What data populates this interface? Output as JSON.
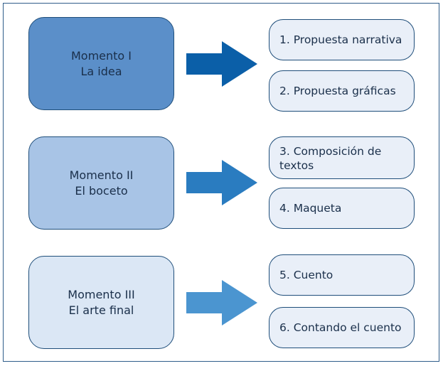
{
  "colors": {
    "stage1_fill": "#5b8fc9",
    "stage2_fill": "#a8c4e6",
    "stage3_fill": "#dbe7f5",
    "arrow1": "#0b5fa8",
    "arrow2": "#2a7cc0",
    "arrow3": "#4b95d0",
    "step_fill": "#e9eff8",
    "border": "#1f4e7a"
  },
  "stages": [
    {
      "line1": "Momento I",
      "line2": "La idea",
      "steps": [
        "1. Propuesta narrativa",
        "2. Propuesta gráficas"
      ]
    },
    {
      "line1": "Momento II",
      "line2": "El boceto",
      "steps": [
        "3. Composición de textos",
        "4. Maqueta"
      ]
    },
    {
      "line1": "Momento III",
      "line2": "El arte final",
      "steps": [
        "5. Cuento",
        "6. Contando el cuento"
      ]
    }
  ]
}
